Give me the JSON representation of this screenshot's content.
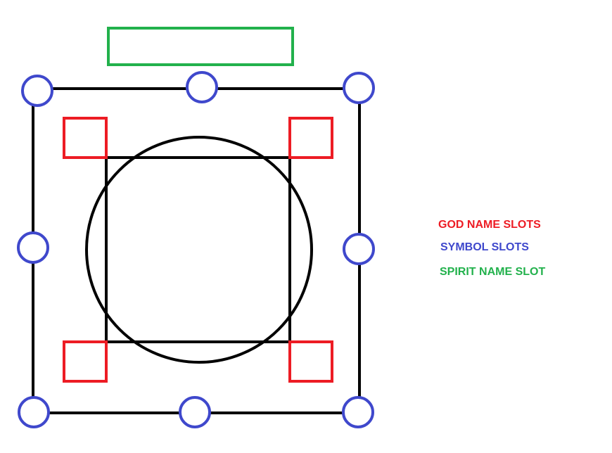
{
  "colors": {
    "god": "#ed1c24",
    "symbol": "#3f48cc",
    "spirit": "#22b14c",
    "line": "#000000"
  },
  "legend": {
    "god_name_slots": "GOD NAME SLOTS",
    "symbol_slots": "SYMBOL SLOTS",
    "spirit_name_slot": "SPIRIT NAME SLOT"
  }
}
